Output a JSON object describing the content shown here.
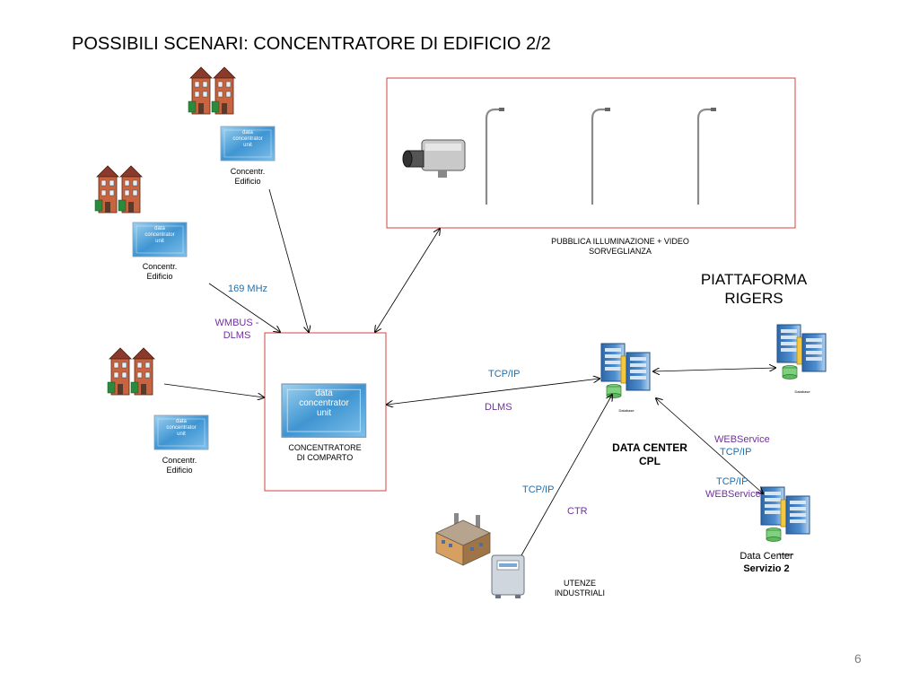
{
  "title": "POSSIBILI SCENARI: CONCENTRATORE DI EDIFICIO 2/2",
  "buildings": [
    {
      "label_line1": "Concentr.",
      "label_line2": "Edificio"
    },
    {
      "label_line1": "Concentr.",
      "label_line2": "Edificio"
    },
    {
      "label_line1": "Concentr.",
      "label_line2": "Edificio"
    }
  ],
  "dcu_text": {
    "line1": "data",
    "line2": "concentrator",
    "line3": "unit"
  },
  "links": {
    "freq": "169 MHz",
    "wmbus_line1": "WMBUS -",
    "wmbus_line2": "DLMS",
    "tcpip_main": "TCP/IP",
    "dlms_main": "DLMS",
    "tcpip_industrial": "TCP/IP",
    "ctr": "CTR",
    "webservice_1": "WEBService",
    "tcpip_1": "TCP/IP",
    "tcpip_2": "TCP/IP",
    "webservice_2": "WEBService"
  },
  "concentratore": {
    "line1": "CONCENTRATORE",
    "line2": "DI COMPARTO"
  },
  "illuminazione": {
    "line1": "PUBBLICA ILLUMINAZIONE + VIDEO",
    "line2": "SORVEGLIANZA"
  },
  "piattaforma": {
    "line1": "PIATTAFORMA",
    "line2": "RIGERS"
  },
  "datacenter_cpl": {
    "line1": "DATA CENTER",
    "line2": "CPL"
  },
  "datacenter_servizio": {
    "line1": "Data Center",
    "line2": "Servizio 2"
  },
  "utenze": {
    "line1": "UTENZE",
    "line2": "INDUSTRIALI"
  },
  "db_label": "Database",
  "page_number": "6",
  "colors": {
    "frame": "#d84343",
    "blue_text": "#1f6fb0",
    "purple_text": "#7030a0",
    "server_blue": "#3a79b5",
    "server_light": "#d8e6f3"
  }
}
